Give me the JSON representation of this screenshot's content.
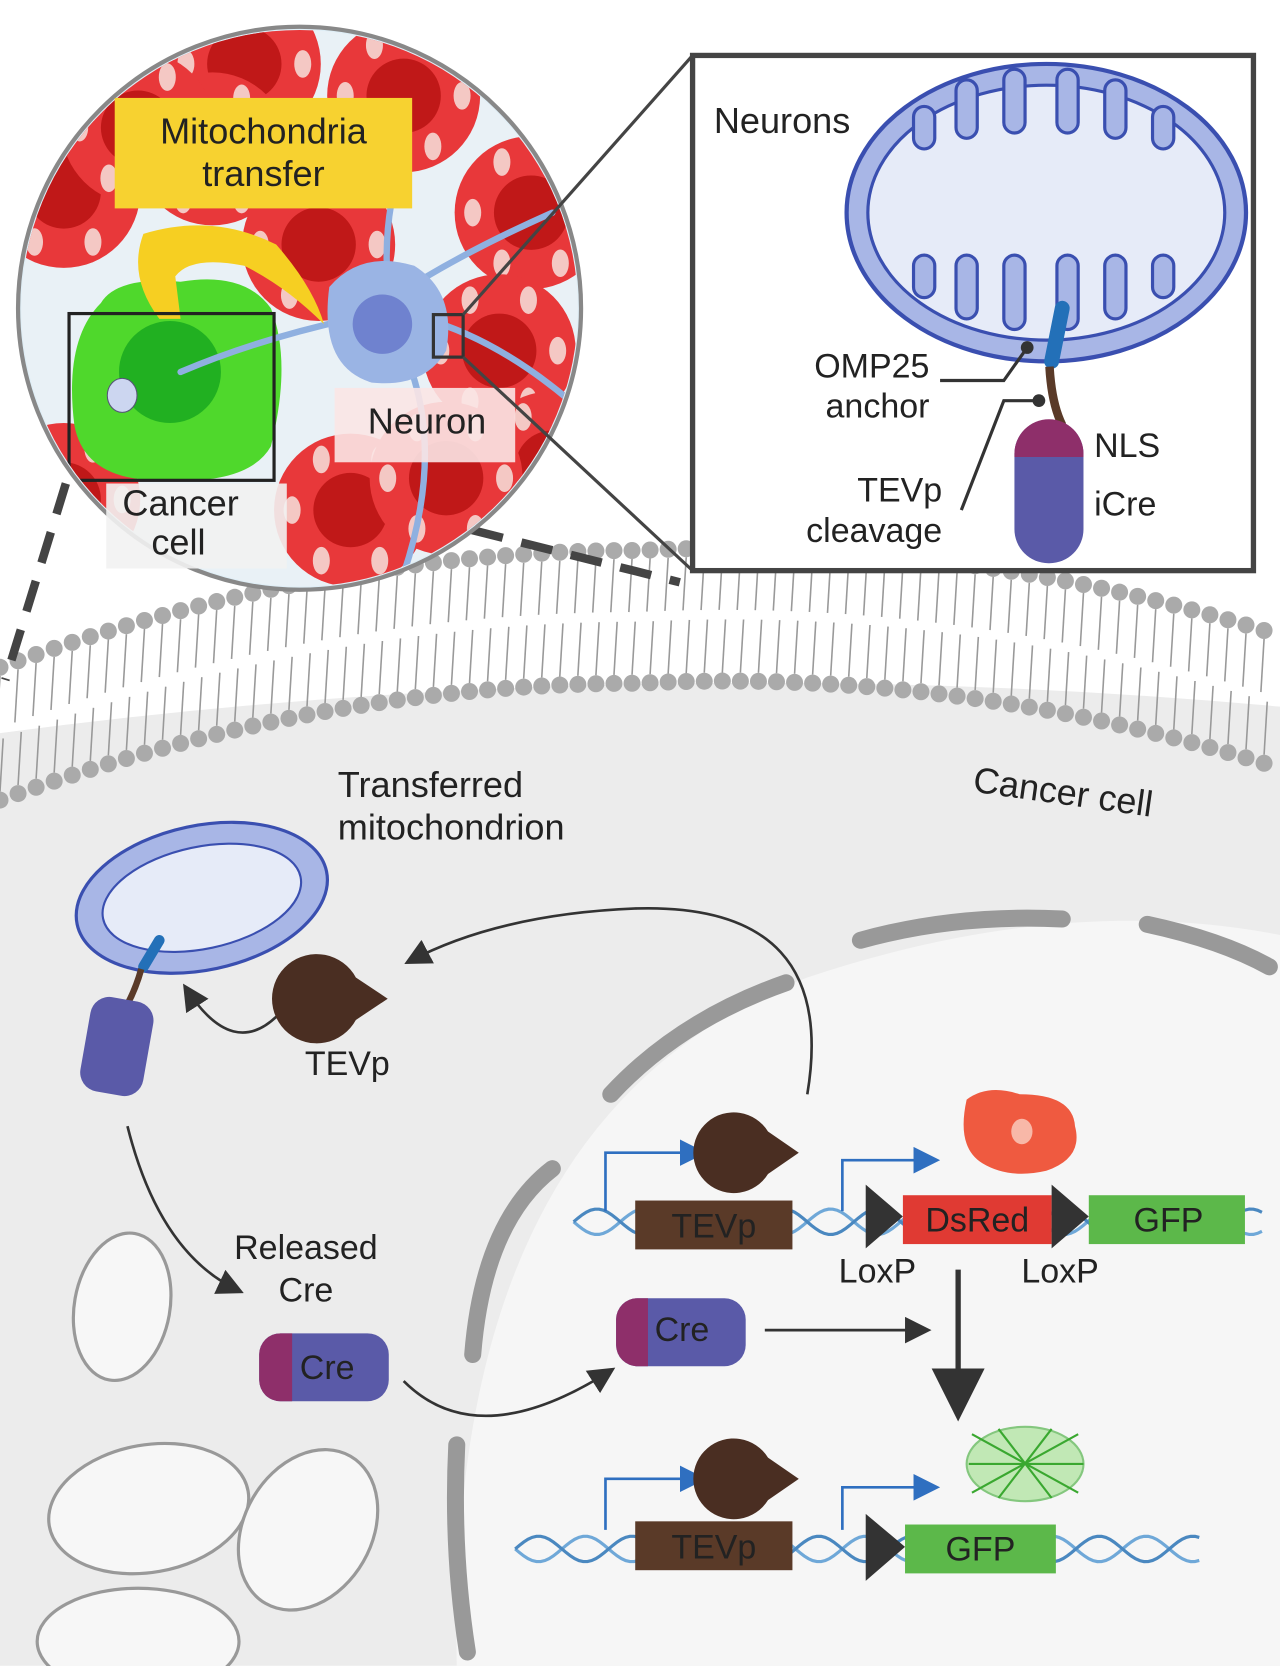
{
  "overview": {
    "transfer_label_line1": "Mitochondria",
    "transfer_label_line2": "transfer",
    "neuron_label": "Neuron",
    "cancer_label_line1": "Cancer",
    "cancer_label_line2": "cell"
  },
  "inset": {
    "title": "Neurons",
    "omp25_line1": "OMP25",
    "omp25_line2": "anchor",
    "tevp_line1": "TEVp",
    "tevp_line2": "cleavage",
    "nls": "NLS",
    "icre": "iCre"
  },
  "cell": {
    "cancer_cell_label": "Cancer cell",
    "transferred_line1": "Transferred",
    "transferred_line2": "mitochondrion",
    "tevp_label": "TEVp",
    "released_line1": "Released",
    "released_line2": "Cre",
    "cre_label": "Cre",
    "cre_nuclear_label": "Cre",
    "gene_tevp_top": "TEVp",
    "dsred": "DsRed",
    "gfp_top": "GFP",
    "loxp_1": "LoxP",
    "loxp_2": "LoxP",
    "gene_tevp_bottom": "TEVp",
    "gfp_bottom": "GFP"
  },
  "colors": {
    "neuron_blue": "#7f96d6",
    "cancer_green": "#4fd82c",
    "tumor_red": "#e8383a",
    "label_yellow": "#f7d230",
    "tevp_brown": "#4a2e22",
    "cre_purple": "#5a5aa0",
    "nls_magenta": "#8e2f6a",
    "dsred_red": "#e03a33",
    "gfp_green": "#5cb84a",
    "dna_blue": "#6fa8d8"
  }
}
